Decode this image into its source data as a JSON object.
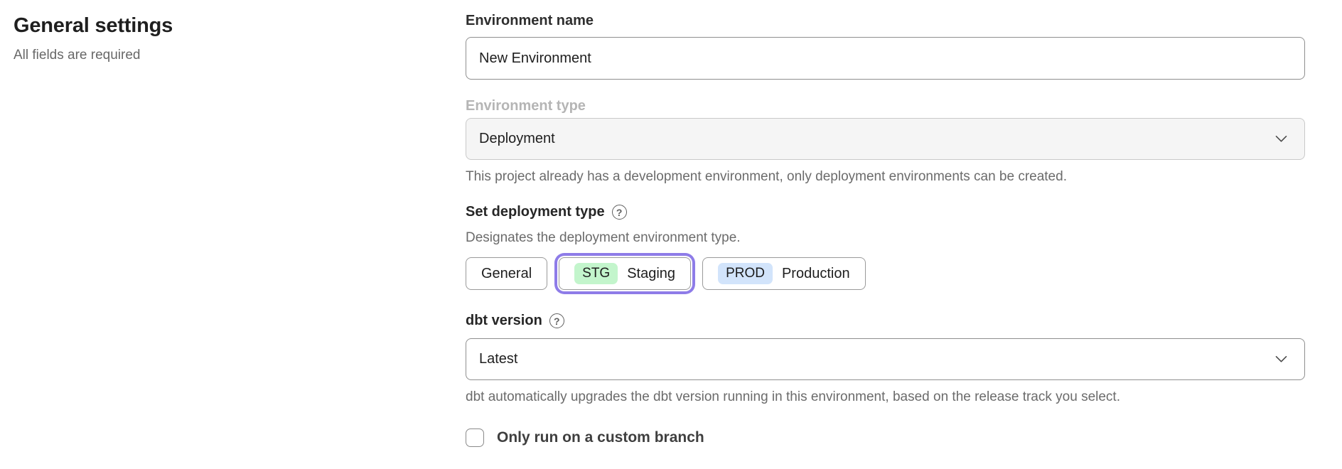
{
  "page": {
    "heading": "General settings",
    "subheading": "All fields are required"
  },
  "form": {
    "environment_name": {
      "label": "Environment name",
      "value": "New Environment"
    },
    "environment_type": {
      "label": "Environment type",
      "value": "Deployment",
      "disabled": true,
      "helper": "This project already has a development environment, only deployment environments can be created."
    },
    "deployment_type": {
      "label": "Set deployment type",
      "helper": "Designates the deployment environment type.",
      "options": [
        {
          "label": "General",
          "badge": "",
          "selected": false
        },
        {
          "label": "Staging",
          "badge": "STG",
          "badge_color": "#c3f5cc",
          "selected": true
        },
        {
          "label": "Production",
          "badge": "PROD",
          "badge_color": "#d2e4fb",
          "selected": false
        }
      ]
    },
    "dbt_version": {
      "label": "dbt version",
      "value": "Latest",
      "helper": "dbt automatically upgrades the dbt version running in this environment, based on the release track you select."
    },
    "custom_branch": {
      "label": "Only run on a custom branch",
      "checked": false
    }
  },
  "icons": {
    "help_glyph": "?"
  },
  "colors": {
    "selected_outline_purple": "#8e7ce8",
    "staging_badge_green": "#c3f5cc",
    "production_badge_blue": "#d2e4fb",
    "disabled_field_bg": "#f5f5f5"
  }
}
